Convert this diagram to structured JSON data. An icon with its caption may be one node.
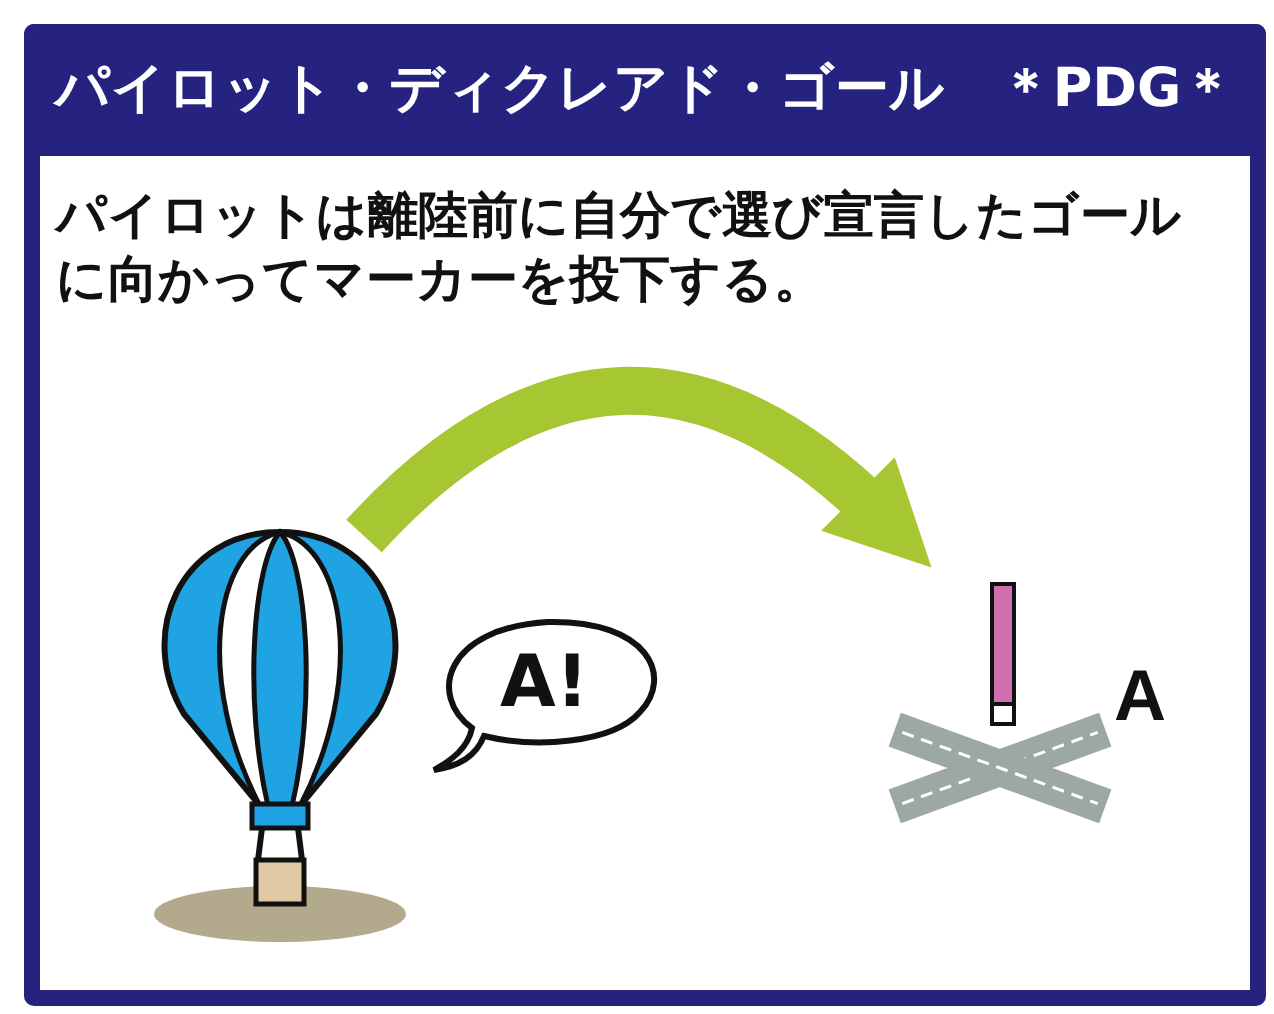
{
  "diagram": {
    "title": "パイロット・ディクレアド・ゴール　＊PDG＊",
    "nodes": [
      {
        "text": [],
        "shape": "picture"
      },
      {
        "text": [
          "A!"
        ]
      },
      {
        "text": [],
        "shape": "picture",
        "beside": [
          "A"
        ]
      }
    ],
    "edges": [
      {
        "from": 0,
        "to": 2,
        "arrow": "to",
        "color": "#a6c632"
      }
    ],
    "labels": [
      "パイロットは離陸前に自分で選び宣言したゴールに向かってマーカーを投下する。"
    ]
  }
}
